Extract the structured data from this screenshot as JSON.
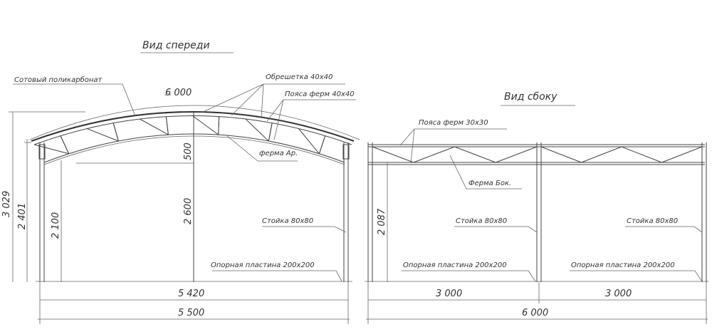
{
  "front_view": {
    "title": "Вид спереди",
    "labels": {
      "polycarbonate": "Сотовый поликарбонат",
      "lathing": "Обрешетка 40x40",
      "truss_chords": "Пояса ферм 40x40",
      "arch_truss": "ферма Ар.",
      "post": "Стойка 80x80",
      "base_plate": "Опорная пластина 200x200"
    },
    "dimensions": {
      "arc_length": "6 000",
      "total_height": "3 029",
      "eave_height": "2 401",
      "clear_height": "2 100",
      "center_height": "2 600",
      "truss_depth": "500",
      "inner_width": "5 420",
      "outer_width": "5 500"
    }
  },
  "side_view": {
    "title": "Вид сбоку",
    "labels": {
      "truss_chords": "Пояса ферм 30x30",
      "side_truss": "Ферма Бок.",
      "post_1": "Стойка 80x80",
      "post_2": "Стойка 80x80",
      "base_plate_1": "Опорная пластина 200x200",
      "base_plate_2": "Опорная пластина 200x200"
    },
    "dimensions": {
      "height": "2 087",
      "span_1": "3 000",
      "span_2": "3 000",
      "total_length": "6 000"
    }
  }
}
